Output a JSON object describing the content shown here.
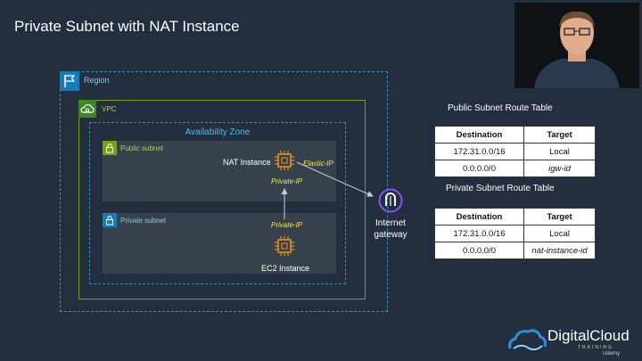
{
  "slide": {
    "title": "Private Subnet with NAT Instance"
  },
  "diagram": {
    "region_label": "Region",
    "vpc_label": "VPC",
    "az_label": "Availability Zone",
    "public_subnet_label": "Public subnet",
    "private_subnet_label": "Private subnet",
    "nat_instance_label": "NAT Instance",
    "nat_private_ip": "Private-IP",
    "elastic_ip": "Elastic-IP",
    "ec2_private_ip": "Private-IP",
    "ec2_instance_label": "EC2 Instance",
    "igw_label_line1": "Internet",
    "igw_label_line2": "gateway"
  },
  "route_tables": {
    "public": {
      "title": "Public Subnet  Route Table",
      "headers": [
        "Destination",
        "Target"
      ],
      "rows": [
        {
          "destination": "172.31.0.0/16",
          "target": "Local"
        },
        {
          "destination": "0.0.0.0/0",
          "target": "igw-id"
        }
      ]
    },
    "private": {
      "title": "Private Subnet  Route Table",
      "headers": [
        "Destination",
        "Target"
      ],
      "rows": [
        {
          "destination": "172.31.0.0/16",
          "target": "Local"
        },
        {
          "destination": "0.0.0.0/0",
          "target": "nat-instance-id"
        }
      ]
    }
  },
  "branding": {
    "logo_text": "DigitalCloud",
    "logo_sub": "TRAINING",
    "watermark": "Udemy"
  },
  "colors": {
    "background": "#232f3e",
    "region_border": "#3d8fb5",
    "vpc_border": "#7aa116",
    "subnet_fill": "#37424d",
    "ec2_orange": "#e8901e",
    "ip_label_yellow": "#f2e94e",
    "igw_purple": "#8c4fff"
  },
  "icons": {
    "region": "region-flag-icon",
    "vpc": "vpc-cloud-icon",
    "public_subnet": "lock-icon",
    "private_subnet": "lock-icon",
    "nat_instance": "ec2-chip-icon",
    "ec2_instance": "ec2-chip-icon",
    "internet_gateway": "internet-gateway-icon"
  }
}
